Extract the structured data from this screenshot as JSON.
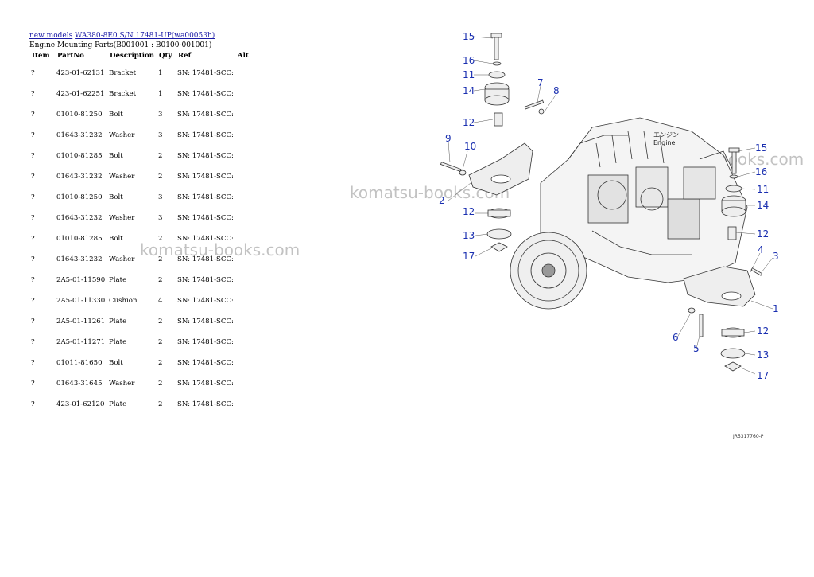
{
  "breadcrumb": {
    "link1": "new models",
    "link2": "WA380-8E0 S/N 17481-UP(wa00053h)"
  },
  "subtitle": "Engine Mounting Parts(B001001 : B0100-001001)",
  "table": {
    "headers": [
      "Item",
      "PartNo",
      "Description",
      "Qty",
      "Ref",
      "Alt"
    ],
    "rows": [
      {
        "item": "?",
        "part_no": "423-01-62131",
        "description": "Bracket",
        "qty": "1",
        "ref": "SN: 17481-SCC:",
        "alt": ""
      },
      {
        "item": "?",
        "part_no": "423-01-62251",
        "description": "Bracket",
        "qty": "1",
        "ref": "SN: 17481-SCC:",
        "alt": ""
      },
      {
        "item": "?",
        "part_no": "01010-81250",
        "description": "Bolt",
        "qty": "3",
        "ref": "SN: 17481-SCC:",
        "alt": ""
      },
      {
        "item": "?",
        "part_no": "01643-31232",
        "description": "Washer",
        "qty": "3",
        "ref": "SN: 17481-SCC:",
        "alt": ""
      },
      {
        "item": "?",
        "part_no": "01010-81285",
        "description": "Bolt",
        "qty": "2",
        "ref": "SN: 17481-SCC:",
        "alt": ""
      },
      {
        "item": "?",
        "part_no": "01643-31232",
        "description": "Washer",
        "qty": "2",
        "ref": "SN: 17481-SCC:",
        "alt": ""
      },
      {
        "item": "?",
        "part_no": "01010-81250",
        "description": "Bolt",
        "qty": "3",
        "ref": "SN: 17481-SCC:",
        "alt": ""
      },
      {
        "item": "?",
        "part_no": "01643-31232",
        "description": "Washer",
        "qty": "3",
        "ref": "SN: 17481-SCC:",
        "alt": ""
      },
      {
        "item": "?",
        "part_no": "01010-81285",
        "description": "Bolt",
        "qty": "2",
        "ref": "SN: 17481-SCC:",
        "alt": ""
      },
      {
        "item": "?",
        "part_no": "01643-31232",
        "description": "Washer",
        "qty": "2",
        "ref": "SN: 17481-SCC:",
        "alt": ""
      },
      {
        "item": "?",
        "part_no": "2A5-01-11590",
        "description": "Plate",
        "qty": "2",
        "ref": "SN: 17481-SCC:",
        "alt": ""
      },
      {
        "item": "?",
        "part_no": "2A5-01-11330",
        "description": "Cushion",
        "qty": "4",
        "ref": "SN: 17481-SCC:",
        "alt": ""
      },
      {
        "item": "?",
        "part_no": "2A5-01-11261",
        "description": "Plate",
        "qty": "2",
        "ref": "SN: 17481-SCC:",
        "alt": ""
      },
      {
        "item": "?",
        "part_no": "2A5-01-11271",
        "description": "Plate",
        "qty": "2",
        "ref": "SN: 17481-SCC:",
        "alt": ""
      },
      {
        "item": "?",
        "part_no": "01011-81650",
        "description": "Bolt",
        "qty": "2",
        "ref": "SN: 17481-SCC:",
        "alt": ""
      },
      {
        "item": "?",
        "part_no": "01643-31645",
        "description": "Washer",
        "qty": "2",
        "ref": "SN: 17481-SCC:",
        "alt": ""
      },
      {
        "item": "?",
        "part_no": "423-01-62120",
        "description": "Plate",
        "qty": "2",
        "ref": "SN: 17481-SCC:",
        "alt": ""
      }
    ]
  },
  "watermark": "komatsu-books.com",
  "diagram": {
    "engine_label_jp": "エンジン",
    "engine_label_en": "Engine",
    "drawing_code": "JR5317760-P",
    "callouts_left": [
      "15",
      "16",
      "11",
      "14",
      "7",
      "8",
      "12",
      "9",
      "10",
      "2",
      "12",
      "13",
      "17"
    ],
    "callouts_right": [
      "15",
      "16",
      "11",
      "14",
      "12",
      "4",
      "3",
      "1",
      "6",
      "5",
      "12",
      "13",
      "17"
    ]
  }
}
